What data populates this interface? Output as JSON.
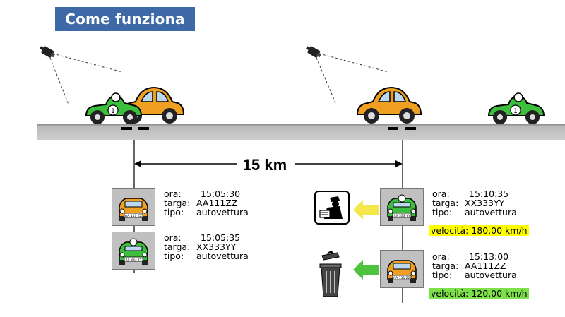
{
  "title": "Come funziona",
  "distance_label": "15 km",
  "field_labels": {
    "time": "ora:",
    "plate": "targa:",
    "type": "tipo:"
  },
  "left_records": [
    {
      "time": "15:05:30",
      "plate": "AA111ZZ",
      "type": "autovettura",
      "plate_text": "AA 111 ZZ",
      "car_color": "#f0a020"
    },
    {
      "time": "15:05:35",
      "plate": "XX333YY",
      "type": "autovettura",
      "plate_text": "XX 333 YY",
      "car_color": "#3cbf3c"
    }
  ],
  "right_records": [
    {
      "time": "15:10:35",
      "plate": "XX333YY",
      "type": "autovettura",
      "plate_text": "XX 333 YY",
      "car_color": "#3cbf3c",
      "speed": "velocità: 180,00 km/h",
      "speed_bg": "#ffff00",
      "arrow_color": "#f5e64a",
      "action_icon": "police-officer-icon"
    },
    {
      "time": "15:13:00",
      "plate": "AA111ZZ",
      "type": "autovettura",
      "plate_text": "AA 111 ZZ",
      "car_color": "#f0a020",
      "speed": "velocità: 120,00 km/h",
      "speed_bg": "#7ee04a",
      "arrow_color": "#4ec43e",
      "action_icon": "trash-bin-icon"
    }
  ],
  "colors": {
    "title_bg": "#3d6aa6",
    "road": "#b9b9b9",
    "orange_car": "#f0a020",
    "green_car": "#3cbf3c"
  }
}
